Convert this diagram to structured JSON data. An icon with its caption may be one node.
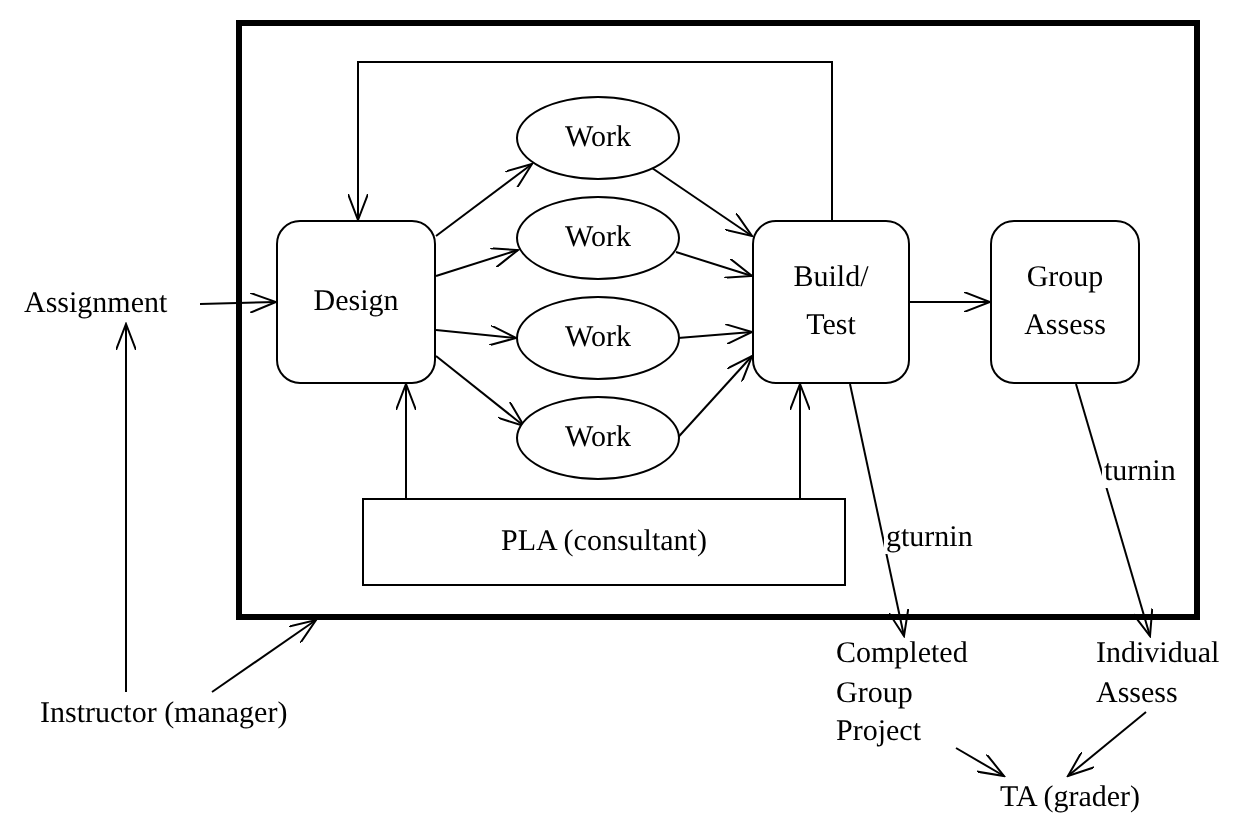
{
  "diagram": {
    "nodes": [
      {
        "text": [],
        "shape": "box"
      },
      {
        "text": [
          "Assignment"
        ]
      },
      {
        "text": [
          "Design"
        ],
        "in": 0
      },
      {
        "text": [
          "Work"
        ],
        "in": 0
      },
      {
        "text": [
          "Work"
        ],
        "in": 0
      },
      {
        "text": [
          "Work"
        ],
        "in": 0
      },
      {
        "text": [
          "Work"
        ],
        "in": 0
      },
      {
        "text": [
          "Build/ Test"
        ],
        "in": 0
      },
      {
        "text": [
          "Group Assess"
        ],
        "in": 0
      },
      {
        "text": [
          "PLA (consultant)"
        ],
        "in": 0
      },
      {
        "text": [
          "Completed Group Project"
        ]
      },
      {
        "text": [
          "Individual Assess"
        ]
      },
      {
        "text": [
          "Instructor (manager)"
        ]
      },
      {
        "text": [
          "TA (grader)"
        ]
      }
    ],
    "edges": [
      {
        "from": 1,
        "to": 2,
        "arrow": "to"
      },
      {
        "from": 12,
        "to": 1,
        "arrow": "to"
      },
      {
        "from": 12,
        "to": 0,
        "arrow": "to"
      },
      {
        "from": 2,
        "to": 3,
        "arrow": "to"
      },
      {
        "from": 2,
        "to": 4,
        "arrow": "to"
      },
      {
        "from": 2,
        "to": 5,
        "arrow": "to"
      },
      {
        "from": 2,
        "to": 6,
        "arrow": "to"
      },
      {
        "from": 3,
        "to": 7,
        "arrow": "to"
      },
      {
        "from": 4,
        "to": 7,
        "arrow": "to"
      },
      {
        "from": 5,
        "to": 7,
        "arrow": "to"
      },
      {
        "from": 6,
        "to": 7,
        "arrow": "to"
      },
      {
        "from": 7,
        "to": 2,
        "arrow": "to"
      },
      {
        "from": 7,
        "to": 8,
        "arrow": "to"
      },
      {
        "from": 9,
        "to": 2,
        "arrow": "to"
      },
      {
        "from": 9,
        "to": 7,
        "arrow": "to"
      },
      {
        "from": 7,
        "to": 10,
        "label": "gturnin",
        "arrow": "to"
      },
      {
        "from": 8,
        "to": 11,
        "label": "turnin",
        "arrow": "to"
      },
      {
        "from": 10,
        "to": 13,
        "arrow": "to"
      },
      {
        "from": 11,
        "to": 13,
        "arrow": "to"
      }
    ]
  }
}
